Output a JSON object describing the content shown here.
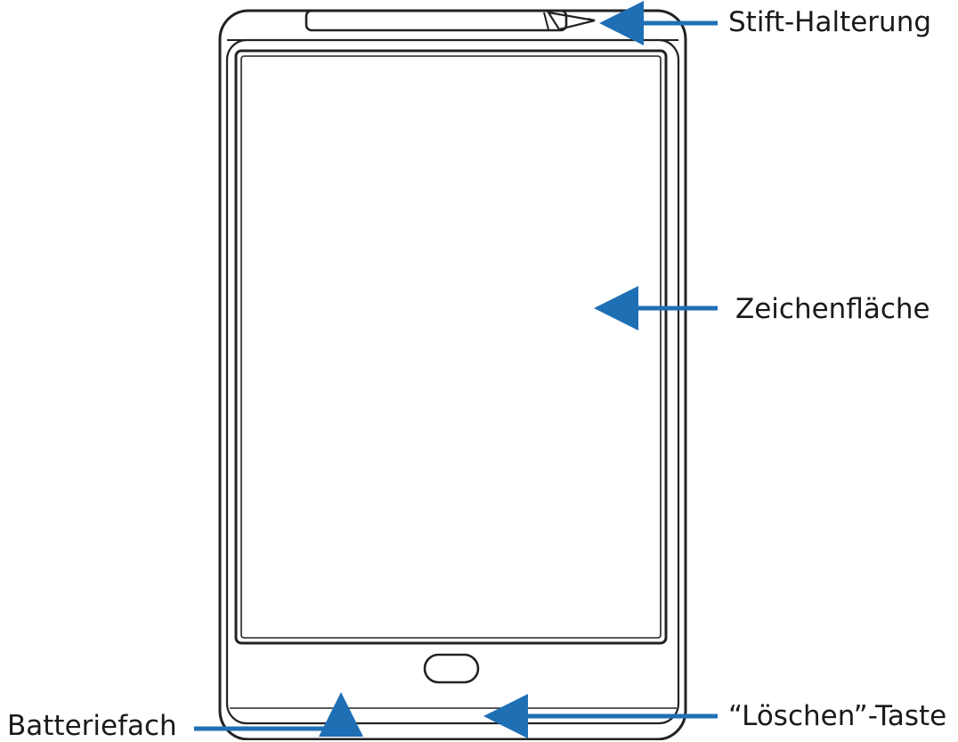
{
  "labels": {
    "pen_holder": "Stift-Halterung",
    "drawing_surface": "Zeichenfläche",
    "erase_button": "“Löschen”-Taste",
    "battery_compartment": "Batteriefach"
  },
  "colors": {
    "arrow": "#1f6fb5",
    "outline": "#222222",
    "text": "#1a1a1a"
  },
  "icons": {
    "tablet": "lcd-writing-tablet-outline",
    "pen": "stylus-pen",
    "erase": "erase-button-oval"
  }
}
